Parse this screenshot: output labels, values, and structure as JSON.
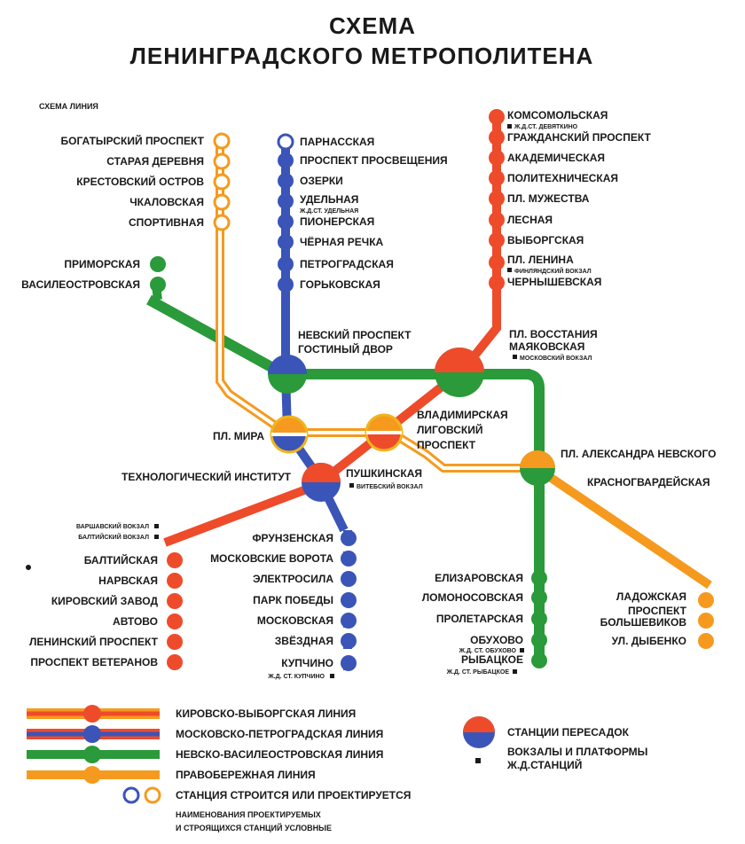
{
  "title": {
    "line1": "СХЕМА",
    "line2": "ЛЕНИНГРАДСКОГО МЕТРОПОЛИТЕНА"
  },
  "scheme_label": "СХЕМА ЛИНИЯ",
  "colors": {
    "red": "#ee4b2b",
    "blue": "#3b54b8",
    "green": "#2a9a3a",
    "orange": "#f0a020",
    "yellow_outline": "#f0b41e",
    "line_orange": "#f59a1e",
    "line_yellow": "#f5c542"
  },
  "stations": {
    "bogatyrsky": "БОГАТЫРСКИЙ ПРОСПЕКТ",
    "staraya_derevnya": "СТАРАЯ ДЕРЕВНЯ",
    "krestovsky": "КРЕСТОВСКИЙ ОСТРОВ",
    "chkalovskaya": "ЧКАЛОВСКАЯ",
    "sportivnaya": "СПОРТИВНАЯ",
    "primorskaya": "ПРИМОРСКАЯ",
    "vasileostrovskaya": "ВАСИЛЕОСТРОВСКАЯ",
    "parnasskaya": "ПАРНАССКАЯ",
    "prosvescheniya": "ПРОСПЕКТ ПРОСВЕЩЕНИЯ",
    "ozerki": "ОЗЕРКИ",
    "udelnaya": "УДЕЛЬНАЯ",
    "udelnaya_rail": "Ж.Д.СТ. УДЕЛЬНАЯ",
    "pionerskaya": "ПИОНЕРСКАЯ",
    "chernaya_rechka": "ЧЁРНАЯ РЕЧКА",
    "petrogradskaya": "ПЕТРОГРАДСКАЯ",
    "gorkovskaya": "ГОРЬКОВСКАЯ",
    "komsomolskaya": "КОМСОМОЛЬСКАЯ",
    "komsomolskaya_rail": "Ж.Д.СТ. ДЕВЯТКИНО",
    "grazhdansky": "ГРАЖДАНСКИЙ ПРОСПЕКТ",
    "akademicheskaya": "АКАДЕМИЧЕСКАЯ",
    "politekhnicheskaya": "ПОЛИТЕХНИЧЕСКАЯ",
    "muzhestva": "ПЛ. МУЖЕСТВА",
    "lesnaya": "ЛЕСНАЯ",
    "vyborgskaya": "ВЫБОРГСКАЯ",
    "lenina": "ПЛ. ЛЕНИНА",
    "lenina_rail": "ФИНЛЯНДСКИЙ ВОКЗАЛ",
    "chernyshevskaya": "ЧЕРНЫШЕВСКАЯ",
    "nevsky_gostiny": "НЕВСКИЙ ПРОСПЕКТ ГОСТИНЫЙ ДВОР",
    "nevsky_line1": "НЕВСКИЙ ПРОСПЕКТ",
    "nevsky_line2": "ГОСТИНЫЙ ДВОР",
    "vosstaniya_line1": "ПЛ. ВОССТАНИЯ",
    "vosstaniya_line2": "МАЯКОВСКАЯ",
    "vosstaniya_rail": "МОСКОВСКИЙ ВОКЗАЛ",
    "vladimirskaya": "ВЛАДИМИРСКАЯ",
    "ligovsky_line1": "ЛИГОВСКИЙ",
    "ligovsky_line2": "ПРОСПЕКТ",
    "mira": "ПЛ. МИРА",
    "tekhnologichesky": "ТЕХНОЛОГИЧЕСКИЙ ИНСТИТУТ",
    "pushkinskaya": "ПУШКИНСКАЯ",
    "pushkinskaya_rail": "ВИТЕБСКИЙ ВОКЗАЛ",
    "nevskogo": "ПЛ. АЛЕКСАНДРА НЕВСКОГО",
    "krasnogvardeyskaya": "КРАСНОГВАРДЕЙСКАЯ",
    "varshavsky_rail": "ВАРШАВСКИЙ ВОКЗАЛ",
    "baltiysky_rail": "БАЛТИЙСКИЙ ВОКЗАЛ",
    "baltiyskaya": "БАЛТИЙСКАЯ",
    "narvskaya": "НАРВСКАЯ",
    "kirovsky_zavod": "КИРОВСКИЙ ЗАВОД",
    "avtovo": "АВТОВО",
    "leninsky": "ЛЕНИНСКИЙ ПРОСПЕКТ",
    "veteranov": "ПРОСПЕКТ ВЕТЕРАНОВ",
    "frunzenskaya": "ФРУНЗЕНСКАЯ",
    "moskovskie_vorota": "МОСКОВСКИЕ ВОРОТА",
    "elektrosila": "ЭЛЕКТРОСИЛА",
    "park_pobedy": "ПАРК ПОБЕДЫ",
    "moskovskaya": "МОСКОВСКАЯ",
    "zvezdnaya": "ЗВЁЗДНАЯ",
    "kupchino": "КУПЧИНО",
    "kupchino_rail": "Ж.Д. СТ. КУПЧИНО",
    "elizarovskaya": "ЕЛИЗАРОВСКАЯ",
    "lomonosovskaya": "ЛОМОНОСОВСКАЯ",
    "proletarskaya": "ПРОЛЕТАРСКАЯ",
    "obukhovo": "ОБУХОВО",
    "obukhovo_rail": "Ж.Д. СТ. ОБУХОВО",
    "rybatskoe": "РЫБАЦКОЕ",
    "rybatskoe_rail": "Ж.Д. СТ. РЫБАЦКОЕ",
    "ladozhskaya": "ЛАДОЖСКАЯ",
    "bolshevikov_line1": "ПРОСПЕКТ",
    "bolshevikov_line2": "БОЛЬШЕВИКОВ",
    "dybenko": "УЛ. ДЫБЕНКО"
  },
  "legend": {
    "kirovsko": "КИРОВСКО-ВЫБОРГСКАЯ ЛИНИЯ",
    "moskovsko": "МОСКОВСКО-ПЕТРОГРАДСКАЯ ЛИНИЯ",
    "nevsko": "НЕВСКО-ВАСИЛЕОСТРОВСКАЯ ЛИНИЯ",
    "pravoberezhnaya": "ПРАВОБЕРЕЖНАЯ ЛИНИЯ",
    "under_construction": "СТАНЦИЯ СТРОИТСЯ ИЛИ ПРОЕКТИРУЕТСЯ",
    "names_note_line1": "НАИМЕНОВАНИЯ ПРОЕКТИРУЕМЫХ",
    "names_note_line2": "И СТРОЯЩИХСЯ СТАНЦИЙ УСЛОВНЫЕ",
    "transfers": "СТАНЦИИ ПЕРЕСАДОК",
    "rail_line1": "ВОКЗАЛЫ И ПЛАТФОРМЫ",
    "rail_line2": "Ж.Д.СТАНЦИЙ"
  }
}
